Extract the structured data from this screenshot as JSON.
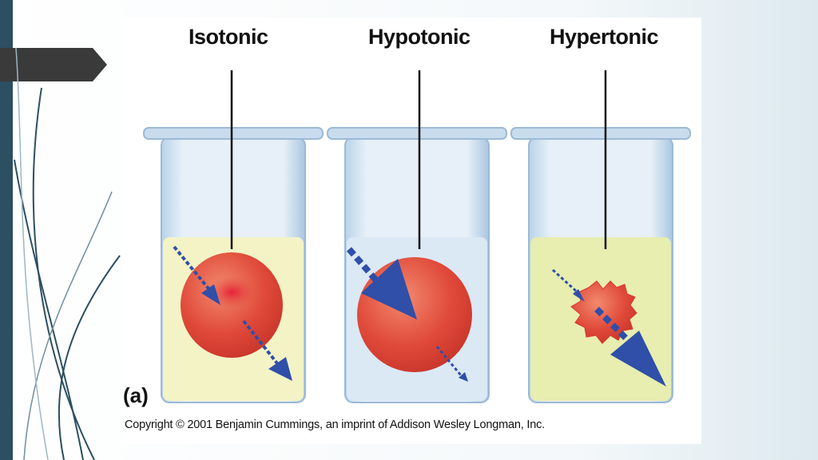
{
  "slide": {
    "accent_dark": "#2c4f61",
    "tab_color": "#3a3a3a"
  },
  "figure": {
    "labels": {
      "isotonic": "Isotonic",
      "hypotonic": "Hypotonic",
      "hypertonic": "Hypertonic"
    },
    "panel_label": "(a)",
    "copyright": "Copyright © 2001 Benjamin Cummings, an imprint of Addison Wesley Longman, Inc.",
    "colors": {
      "isotonic_solution": "#f4f3c6",
      "hypotonic_solution": "#dbe9f5",
      "hypertonic_solution": "#e8edb0",
      "cell": "#e04a3a",
      "arrow": "#2f4fa8"
    }
  }
}
